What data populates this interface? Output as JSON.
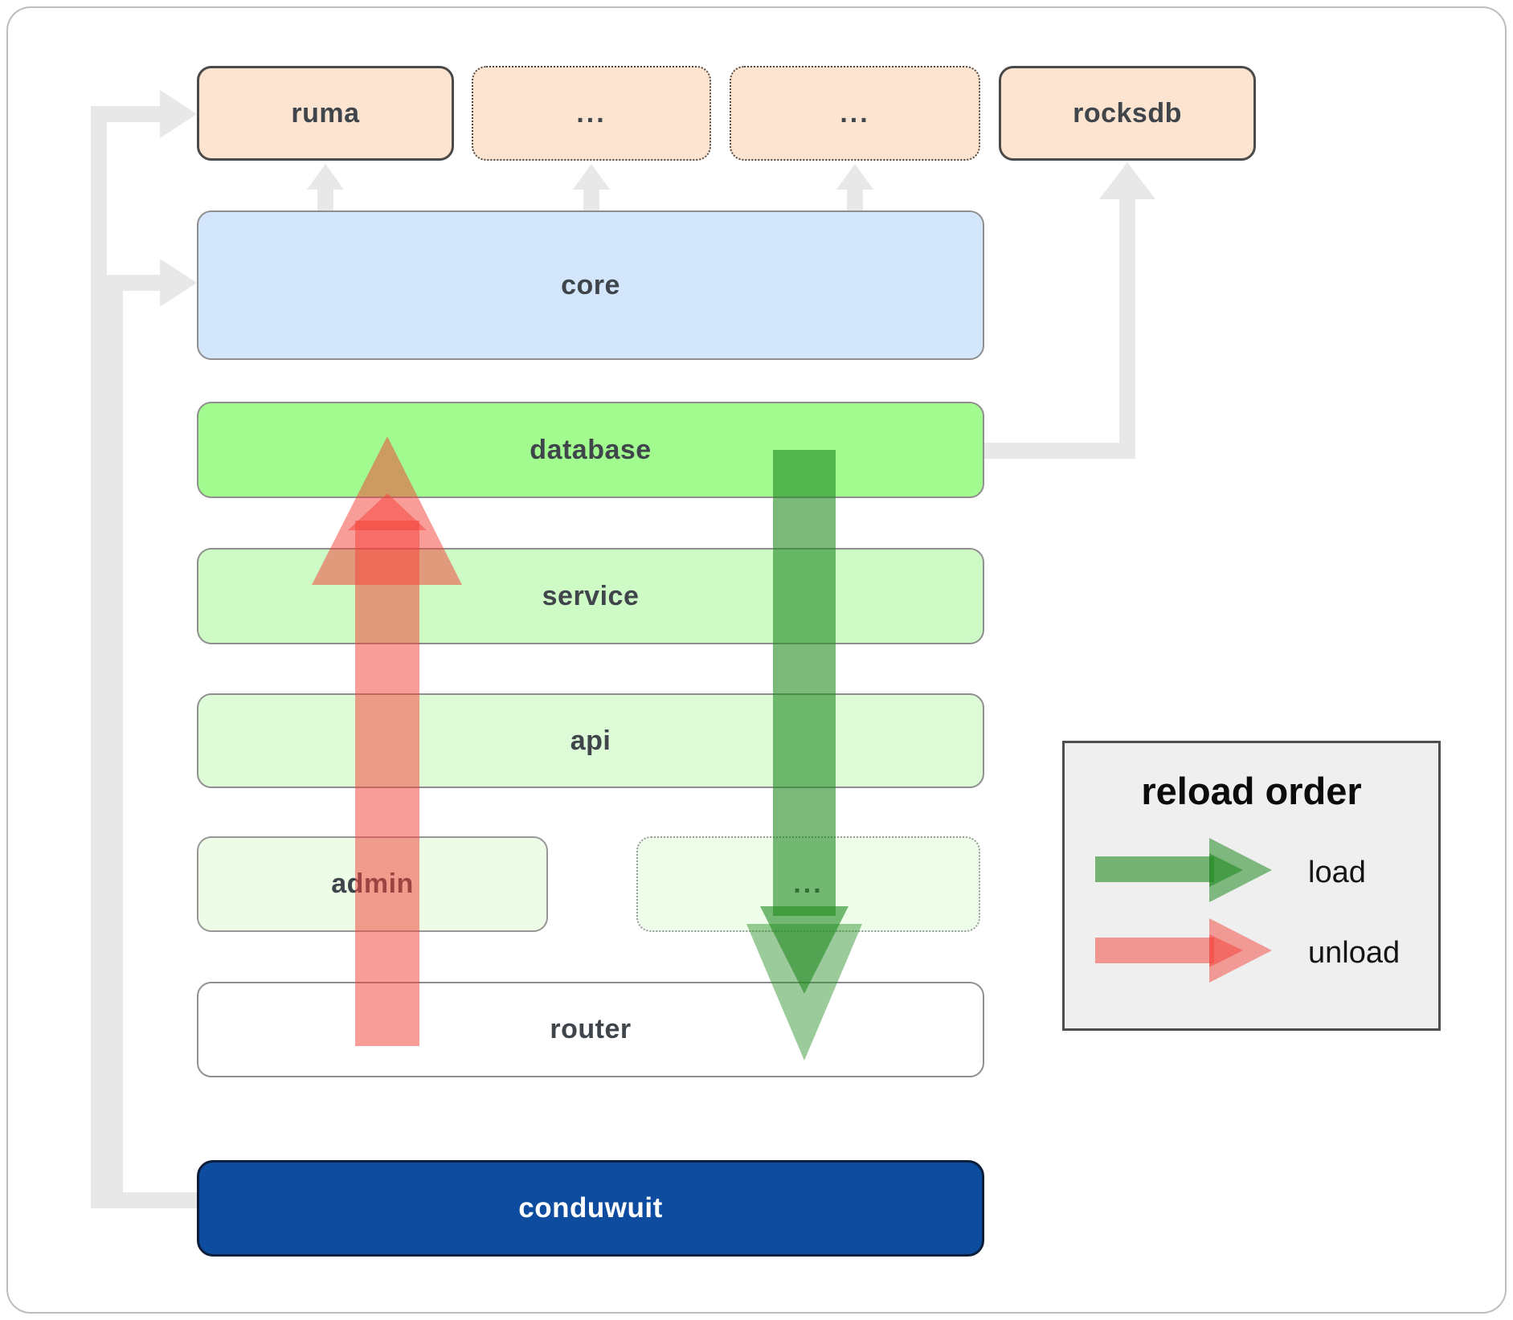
{
  "colors": {
    "peach_fill": "#fce4d0",
    "core_fill": "#d3e6fb",
    "database_fill": "#a1fb8e",
    "service_fill": "#cefac5",
    "api_fill": "#defbd7",
    "admin_fill": "#ecfce7",
    "module_dots_fill": "#eefdea",
    "router_fill": "#ffffff",
    "conduwuit_fill": "#0d4c9e",
    "legend_fill": "#efefef",
    "gray_connector": "#e8e8e8",
    "arrow_green": "#228b22",
    "arrow_red": "#f4433a",
    "label_text": "#3f454b"
  },
  "diagram": {
    "top_row": [
      {
        "label": "ruma"
      },
      {
        "label": "..."
      },
      {
        "label": "..."
      },
      {
        "label": "rocksdb"
      }
    ],
    "core": {
      "label": "core"
    },
    "database": {
      "label": "database"
    },
    "service": {
      "label": "service"
    },
    "api": {
      "label": "api"
    },
    "module_row": [
      {
        "label": "admin"
      },
      {
        "label": "..."
      }
    ],
    "router": {
      "label": "router"
    },
    "app": {
      "label": "conduwuit"
    }
  },
  "legend": {
    "title": "reload order",
    "items": [
      {
        "label": "load",
        "color": "green"
      },
      {
        "label": "unload",
        "color": "red"
      }
    ]
  }
}
